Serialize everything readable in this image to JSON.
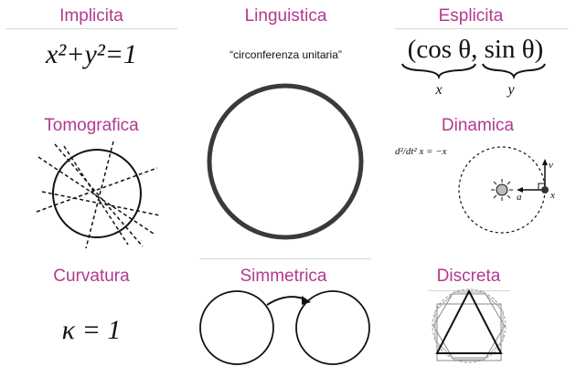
{
  "implicit": {
    "title": "Implicita",
    "formula": "x²+y²=1"
  },
  "linguistic": {
    "title": "Linguistica",
    "caption": "“circonferenza unitaria”"
  },
  "explicit": {
    "title": "Esplicita",
    "formula": "(cos θ, sin θ)",
    "label_x": "x",
    "label_y": "y"
  },
  "tomographic": {
    "title": "Tomografica"
  },
  "dynamic": {
    "title": "Dinamica",
    "equation": "d²/dt² x = −x",
    "label_v": "v",
    "label_a": "a",
    "label_x": "x"
  },
  "curvature": {
    "title": "Curvatura",
    "formula": "κ = 1"
  },
  "symmetric": {
    "title": "Simmetrica"
  },
  "discrete": {
    "title": "Discreta"
  }
}
